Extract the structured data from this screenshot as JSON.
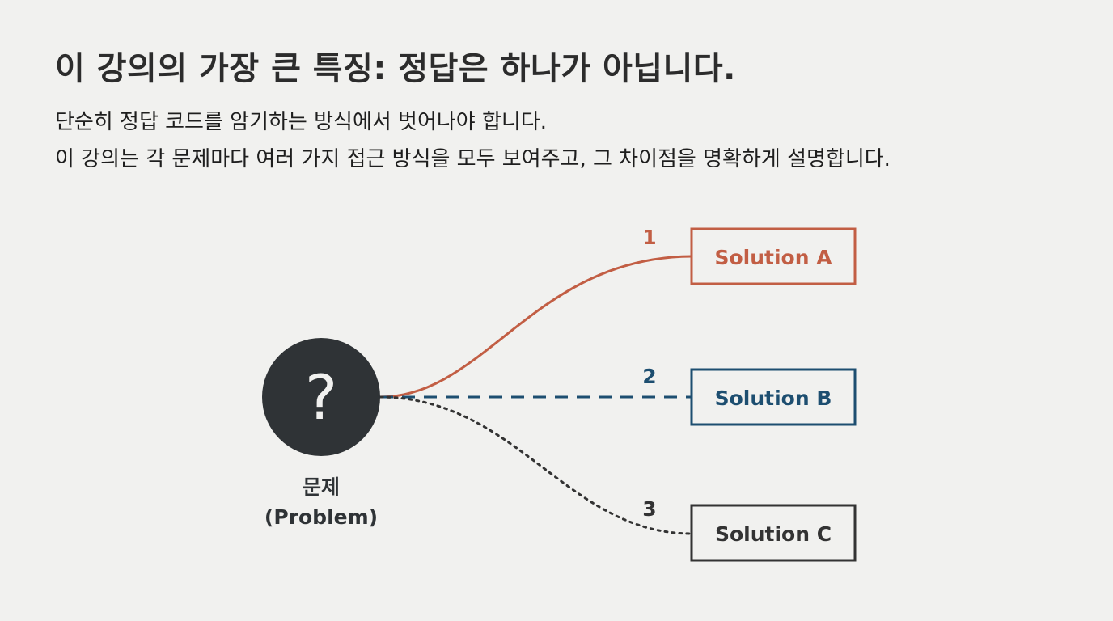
{
  "slide": {
    "title": "이 강의의 가장 큰 특징: 정답은 하나가 아닙니다.",
    "body_lines": [
      "단순히 정답 코드를 암기하는 방식에서 벗어나야 합니다.",
      "이 강의는 각 문제마다 여러 가지 접근 방식을 모두 보여주고, 그 차이점을 명확하게 설명합니다."
    ]
  },
  "diagram": {
    "problem": {
      "icon": "question-mark-icon",
      "symbol": "?",
      "label_line1": "문제",
      "label_line2": "(Problem)",
      "color": "#2f3336"
    },
    "solutions": [
      {
        "number": "1",
        "label": "Solution A",
        "color": "#c25e44",
        "line_style": "solid"
      },
      {
        "number": "2",
        "label": "Solution B",
        "color": "#1d4e70",
        "line_style": "dashed"
      },
      {
        "number": "3",
        "label": "Solution C",
        "color": "#333333",
        "line_style": "dotted"
      }
    ]
  }
}
